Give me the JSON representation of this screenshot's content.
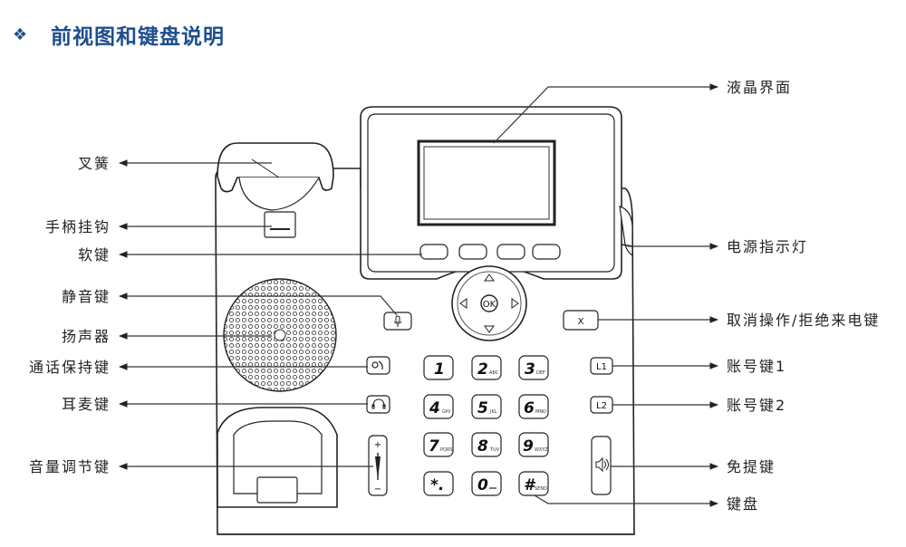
{
  "header": {
    "title": "前视图和键盘说明",
    "bullet": "❖"
  },
  "labels": {
    "lcd": "液晶界面",
    "hookswitch": "叉簧",
    "handset_hook": "手柄挂钩",
    "soft_keys": "软键",
    "mute_key": "静音键",
    "speaker": "扬声器",
    "hold_key": "通话保持键",
    "headset_key": "耳麦键",
    "volume_key": "音量调节键",
    "power_led": "电源指示灯",
    "cancel_key": "取消操作/拒绝来电键",
    "account1": "账号键1",
    "account2": "账号键2",
    "handsfree": "免提键",
    "keypad": "键盘"
  },
  "keys": {
    "ok": "OK",
    "cancel": "X",
    "l1": "L1",
    "l2": "L2",
    "vol_plus": "+",
    "vol_minus": "−",
    "k1_main": "1",
    "k1_sub": "",
    "k2_main": "2",
    "k2_sub": "ABC",
    "k3_main": "3",
    "k3_sub": "DEF",
    "k4_main": "4",
    "k4_sub": "GHI",
    "k5_main": "5",
    "k5_sub": "JKL",
    "k6_main": "6",
    "k6_sub": "MNO",
    "k7_main": "7",
    "k7_sub": "PQRS",
    "k8_main": "8",
    "k8_sub": "TUV",
    "k9_main": "9",
    "k9_sub": "WXYZ",
    "kstar_main": "*.",
    "kstar_sub": "",
    "k0_main": "0",
    "k0_sub": "",
    "khash_main": "#",
    "khash_sub": "SEND"
  },
  "icons": {
    "bullet": "diamond-bullet-icon",
    "mute": "microphone-icon",
    "hold": "hold-phone-icon",
    "headset": "headset-icon",
    "handsfree": "speaker-icon",
    "nav": "arrow-icons"
  }
}
